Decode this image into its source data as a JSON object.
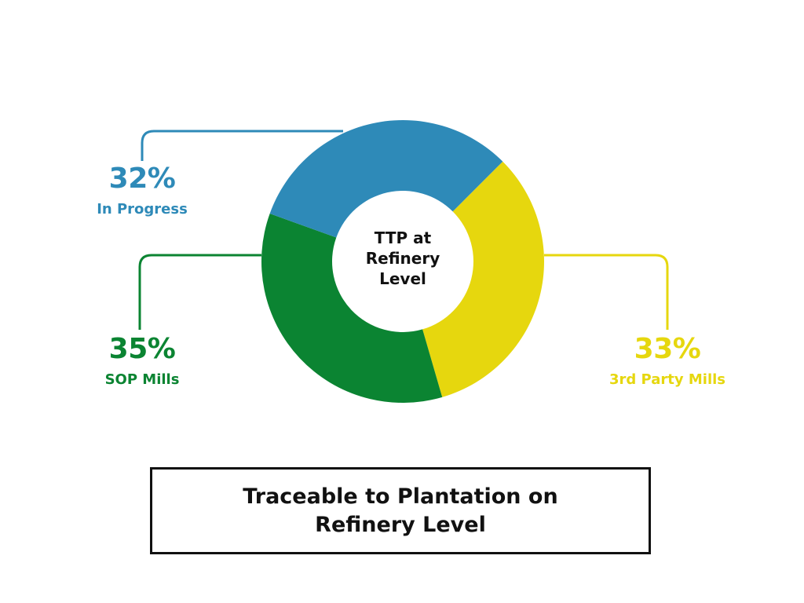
{
  "chart_data": {
    "type": "pie",
    "variant": "donut",
    "title": "Traceable to Plantation on Refinery Level",
    "center_label": "TTP at Refinery Level",
    "slices": [
      {
        "label": "3rd Party Mills",
        "value": 33,
        "value_label": "33%",
        "color": "#E6D70E"
      },
      {
        "label": "SOP Mills",
        "value": 35,
        "value_label": "35%",
        "color": "#0B8432"
      },
      {
        "label": "In Progress",
        "value": 32,
        "value_label": "32%",
        "color": "#2E8AB8"
      }
    ],
    "start_angle_deg": 45,
    "direction": "clockwise"
  }
}
